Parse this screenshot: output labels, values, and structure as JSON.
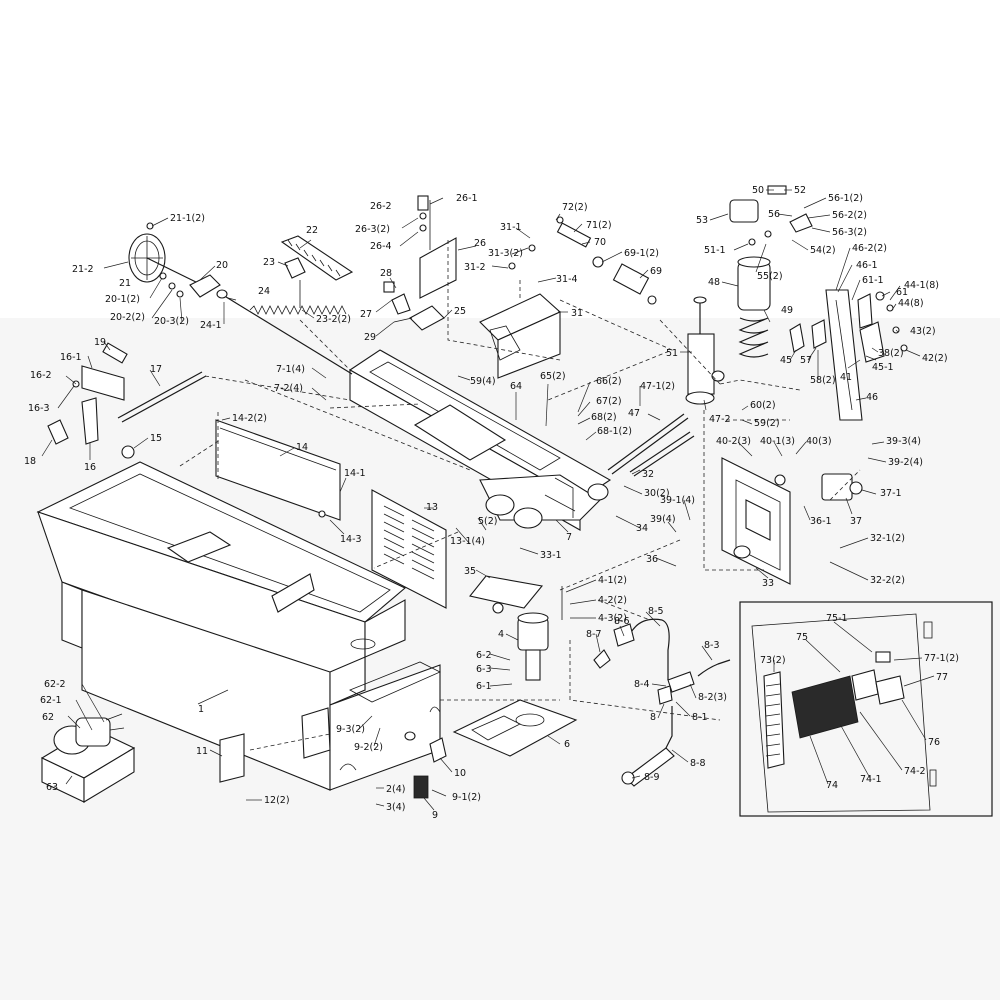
{
  "diagram": {
    "callouts": [
      {
        "id": "c-21-1",
        "text": "21-1(2)"
      },
      {
        "id": "c-21-2",
        "text": "21-2"
      },
      {
        "id": "c-21",
        "text": "21"
      },
      {
        "id": "c-20",
        "text": "20"
      },
      {
        "id": "c-20-1",
        "text": "20-1(2)"
      },
      {
        "id": "c-20-2",
        "text": "20-2(2)"
      },
      {
        "id": "c-20-3",
        "text": "20-3(2)"
      },
      {
        "id": "c-24",
        "text": "24"
      },
      {
        "id": "c-24-1",
        "text": "24-1"
      },
      {
        "id": "c-22",
        "text": "22"
      },
      {
        "id": "c-23",
        "text": "23"
      },
      {
        "id": "c-23-2",
        "text": "23-2(2)"
      },
      {
        "id": "c-26-2",
        "text": "26-2"
      },
      {
        "id": "c-26-1",
        "text": "26-1"
      },
      {
        "id": "c-26-3",
        "text": "26-3(2)"
      },
      {
        "id": "c-26-4",
        "text": "26-4"
      },
      {
        "id": "c-26",
        "text": "26"
      },
      {
        "id": "c-28",
        "text": "28"
      },
      {
        "id": "c-27",
        "text": "27"
      },
      {
        "id": "c-25",
        "text": "25"
      },
      {
        "id": "c-29",
        "text": "29"
      },
      {
        "id": "c-31-1",
        "text": "31-1"
      },
      {
        "id": "c-31-3",
        "text": "31-3(2)"
      },
      {
        "id": "c-31-2",
        "text": "31-2"
      },
      {
        "id": "c-31-4",
        "text": "31-4"
      },
      {
        "id": "c-31",
        "text": "31"
      },
      {
        "id": "c-72",
        "text": "72(2)"
      },
      {
        "id": "c-71",
        "text": "71(2)"
      },
      {
        "id": "c-70",
        "text": "70"
      },
      {
        "id": "c-69-1",
        "text": "69-1(2)"
      },
      {
        "id": "c-69",
        "text": "69"
      },
      {
        "id": "c-50",
        "text": "50"
      },
      {
        "id": "c-52",
        "text": "52"
      },
      {
        "id": "c-56-1",
        "text": "56-1(2)"
      },
      {
        "id": "c-53",
        "text": "53"
      },
      {
        "id": "c-56",
        "text": "56"
      },
      {
        "id": "c-56-2",
        "text": "56-2(2)"
      },
      {
        "id": "c-56-3",
        "text": "56-3(2)"
      },
      {
        "id": "c-51-1",
        "text": "51-1"
      },
      {
        "id": "c-54",
        "text": "54(2)"
      },
      {
        "id": "c-55",
        "text": "55(2)"
      },
      {
        "id": "c-46-2",
        "text": "46-2(2)"
      },
      {
        "id": "c-46-1",
        "text": "46-1"
      },
      {
        "id": "c-61-1",
        "text": "61-1"
      },
      {
        "id": "c-44-1",
        "text": "44-1(8)"
      },
      {
        "id": "c-61",
        "text": "61"
      },
      {
        "id": "c-44",
        "text": "44(8)"
      },
      {
        "id": "c-48",
        "text": "48"
      },
      {
        "id": "c-49",
        "text": "49"
      },
      {
        "id": "c-43",
        "text": "43(2)"
      },
      {
        "id": "c-51",
        "text": "51"
      },
      {
        "id": "c-38",
        "text": "38(2)"
      },
      {
        "id": "c-42",
        "text": "42(2)"
      },
      {
        "id": "c-45",
        "text": "45"
      },
      {
        "id": "c-57",
        "text": "57"
      },
      {
        "id": "c-41",
        "text": "41"
      },
      {
        "id": "c-45-1",
        "text": "45-1"
      },
      {
        "id": "c-58",
        "text": "58(2)"
      },
      {
        "id": "c-46",
        "text": "46"
      },
      {
        "id": "c-19",
        "text": "19"
      },
      {
        "id": "c-16-1",
        "text": "16-1"
      },
      {
        "id": "c-16-2",
        "text": "16-2"
      },
      {
        "id": "c-16-3",
        "text": "16-3"
      },
      {
        "id": "c-17",
        "text": "17"
      },
      {
        "id": "c-18",
        "text": "18"
      },
      {
        "id": "c-16",
        "text": "16"
      },
      {
        "id": "c-15",
        "text": "15"
      },
      {
        "id": "c-7-1",
        "text": "7-1(4)"
      },
      {
        "id": "c-7-2",
        "text": "7-2(4)"
      },
      {
        "id": "c-59",
        "text": "59(4)"
      },
      {
        "id": "c-64",
        "text": "64"
      },
      {
        "id": "c-65",
        "text": "65(2)"
      },
      {
        "id": "c-66",
        "text": "66(2)"
      },
      {
        "id": "c-47-1",
        "text": "47-1(2)"
      },
      {
        "id": "c-67",
        "text": "67(2)"
      },
      {
        "id": "c-68",
        "text": "68(2)"
      },
      {
        "id": "c-68-1",
        "text": "68-1(2)"
      },
      {
        "id": "c-47",
        "text": "47"
      },
      {
        "id": "c-47-2",
        "text": "47-2"
      },
      {
        "id": "c-60",
        "text": "60(2)"
      },
      {
        "id": "c-59-2",
        "text": "59(2)"
      },
      {
        "id": "c-14-2",
        "text": "14-2(2)"
      },
      {
        "id": "c-14",
        "text": "14"
      },
      {
        "id": "c-14-1",
        "text": "14-1"
      },
      {
        "id": "c-14-3",
        "text": "14-3"
      },
      {
        "id": "c-40-2",
        "text": "40-2(3)"
      },
      {
        "id": "c-40-1",
        "text": "40-1(3)"
      },
      {
        "id": "c-40",
        "text": "40(3)"
      },
      {
        "id": "c-39-3",
        "text": "39-3(4)"
      },
      {
        "id": "c-39-2",
        "text": "39-2(4)"
      },
      {
        "id": "c-32",
        "text": "32"
      },
      {
        "id": "c-30",
        "text": "30(2)"
      },
      {
        "id": "c-37-1",
        "text": "37-1"
      },
      {
        "id": "c-39-1",
        "text": "39-1(4)"
      },
      {
        "id": "c-13",
        "text": "13"
      },
      {
        "id": "c-5",
        "text": "5(2)"
      },
      {
        "id": "c-7",
        "text": "7"
      },
      {
        "id": "c-34",
        "text": "34"
      },
      {
        "id": "c-37",
        "text": "37"
      },
      {
        "id": "c-36-1",
        "text": "36-1"
      },
      {
        "id": "c-39",
        "text": "39(4)"
      },
      {
        "id": "c-13-1",
        "text": "13-1(4)"
      },
      {
        "id": "c-33-1",
        "text": "33-1"
      },
      {
        "id": "c-32-1",
        "text": "32-1(2)"
      },
      {
        "id": "c-36",
        "text": "36"
      },
      {
        "id": "c-33",
        "text": "33"
      },
      {
        "id": "c-32-2",
        "text": "32-2(2)"
      },
      {
        "id": "c-35",
        "text": "35"
      },
      {
        "id": "c-4-1",
        "text": "4-1(2)"
      },
      {
        "id": "c-4-2",
        "text": "4-2(2)"
      },
      {
        "id": "c-4-3",
        "text": "4-3(2)"
      },
      {
        "id": "c-8-5",
        "text": "8-5"
      },
      {
        "id": "c-8-6",
        "text": "8-6"
      },
      {
        "id": "c-8-7",
        "text": "8-7"
      },
      {
        "id": "c-4",
        "text": "4"
      },
      {
        "id": "c-8-3",
        "text": "8-3"
      },
      {
        "id": "c-6-2",
        "text": "6-2"
      },
      {
        "id": "c-6-3",
        "text": "6-3"
      },
      {
        "id": "c-6-1",
        "text": "6-1"
      },
      {
        "id": "c-8-4",
        "text": "8-4"
      },
      {
        "id": "c-8-2",
        "text": "8-2(3)"
      },
      {
        "id": "c-8",
        "text": "8"
      },
      {
        "id": "c-8-1",
        "text": "8-1"
      },
      {
        "id": "c-6",
        "text": "6"
      },
      {
        "id": "c-8-8",
        "text": "8-8"
      },
      {
        "id": "c-8-9",
        "text": "8-9"
      },
      {
        "id": "c-62-2",
        "text": "62-2"
      },
      {
        "id": "c-62-1",
        "text": "62-1"
      },
      {
        "id": "c-62",
        "text": "62"
      },
      {
        "id": "c-63",
        "text": "63"
      },
      {
        "id": "c-1",
        "text": "1"
      },
      {
        "id": "c-11",
        "text": "11"
      },
      {
        "id": "c-9-3",
        "text": "9-3(2)"
      },
      {
        "id": "c-9-2",
        "text": "9-2(2)"
      },
      {
        "id": "c-10",
        "text": "10"
      },
      {
        "id": "c-2",
        "text": "2(4)"
      },
      {
        "id": "c-3",
        "text": "3(4)"
      },
      {
        "id": "c-9-1",
        "text": "9-1(2)"
      },
      {
        "id": "c-9",
        "text": "9"
      },
      {
        "id": "c-12",
        "text": "12(2)"
      },
      {
        "id": "c-75-1",
        "text": "75-1"
      },
      {
        "id": "c-75",
        "text": "75"
      },
      {
        "id": "c-73",
        "text": "73(2)"
      },
      {
        "id": "c-77-1",
        "text": "77-1(2)"
      },
      {
        "id": "c-77",
        "text": "77"
      },
      {
        "id": "c-76",
        "text": "76"
      },
      {
        "id": "c-74-2",
        "text": "74-2"
      },
      {
        "id": "c-74-1",
        "text": "74-1"
      },
      {
        "id": "c-74",
        "text": "74"
      }
    ]
  }
}
